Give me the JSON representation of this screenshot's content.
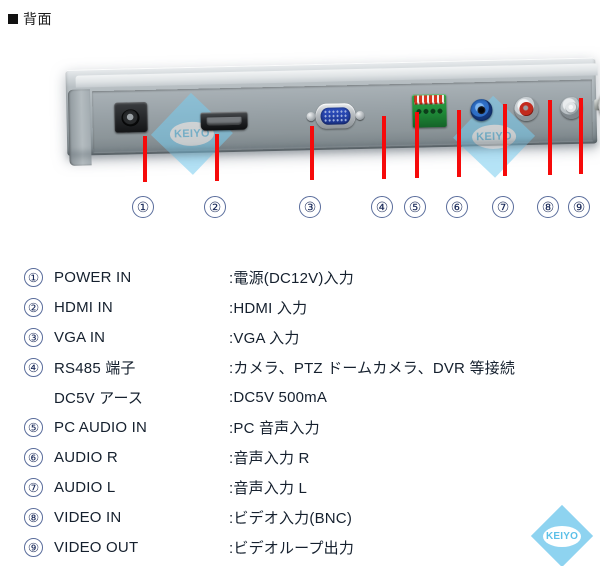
{
  "heading": {
    "bullet": "square-bullet",
    "text": "背面"
  },
  "photo": {
    "alt": "rear panel of display unit",
    "watermark_text": "KEIYO",
    "connectors": [
      {
        "num": "①",
        "name": "dc-power-jack"
      },
      {
        "num": "②",
        "name": "hdmi-port"
      },
      {
        "num": "③",
        "name": "vga-port"
      },
      {
        "num": "④",
        "name": "rs485-terminal-block"
      },
      {
        "num": "⑤",
        "name": "pc-audio-jack"
      },
      {
        "num": "⑥",
        "name": "rca-audio-right-jack"
      },
      {
        "num": "⑦",
        "name": "rca-audio-left-jack"
      },
      {
        "num": "⑧",
        "name": "bnc-video-in"
      },
      {
        "num": "⑨",
        "name": "bnc-video-out"
      }
    ]
  },
  "callouts": [
    "①",
    "②",
    "③",
    "④",
    "⑤",
    "⑥",
    "⑦",
    "⑧",
    "⑨"
  ],
  "legend": {
    "rows": [
      {
        "num": "①",
        "label": "POWER IN",
        "desc": ":電源(DC12V)入力"
      },
      {
        "num": "②",
        "label": "HDMI IN",
        "desc": ":HDMI 入力"
      },
      {
        "num": "③",
        "label": "VGA IN",
        "desc": ":VGA 入力"
      },
      {
        "num": "④",
        "label": "RS485 端子",
        "desc": ":カメラ、PTZ ドームカメラ、DVR 等接続"
      },
      {
        "num": "",
        "label": "DC5V アース",
        "desc": ":DC5V 500mA"
      },
      {
        "num": "⑤",
        "label": "PC AUDIO IN",
        "desc": ":PC 音声入力"
      },
      {
        "num": "⑥",
        "label": "AUDIO R",
        "desc": ":音声入力 R"
      },
      {
        "num": "⑦",
        "label": "AUDIO L",
        "desc": ":音声入力 L"
      },
      {
        "num": "⑧",
        "label": "VIDEO IN",
        "desc": ":ビデオ入力(BNC)"
      },
      {
        "num": "⑨",
        "label": "VIDEO OUT",
        "desc": ":ビデオループ出力"
      }
    ]
  },
  "corner_logo": {
    "text": "KEIYO"
  },
  "colors": {
    "leader_red": "#f60a0a",
    "logo_blue": "#8ed3f0",
    "text": "#15202e",
    "callout_border": "#5a6d9c"
  }
}
